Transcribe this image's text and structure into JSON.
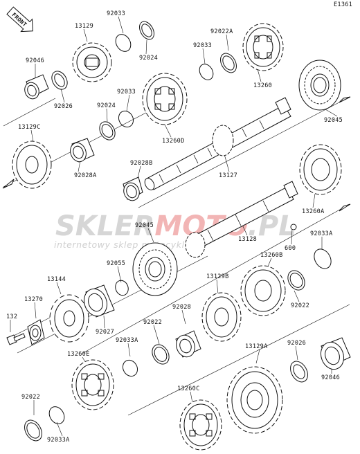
{
  "diagram_code": "E1361",
  "front_label": "FRONT",
  "watermark": {
    "brand_left": "SKLER",
    "brand_red": "MOTO",
    "brand_right": ".PL",
    "tagline": "internetowy sklep motocyklowy"
  },
  "labels": {
    "p92033_a": "92033",
    "p13129_a": "13129",
    "p92024_a": "92024",
    "p92022A_a": "92022A",
    "p92033_b": "92033",
    "p13260": "13260",
    "p92046_a": "92046",
    "p92026_a": "92026",
    "p92024_b": "92024",
    "p92033_c": "92033",
    "p13260D": "13260D",
    "p92045_a": "92045",
    "p13129C": "13129C",
    "p92028A": "92028A",
    "p92028B": "92028B",
    "p13127": "13127",
    "p13260A": "13260A",
    "p92045_b": "92045",
    "p13128": "13128",
    "p600": "600",
    "p92033A_a": "92033A",
    "p92055": "92055",
    "p13260B": "13260B",
    "p13144": "13144",
    "p13129B": "13129B",
    "p92022_a": "92022",
    "p13270": "13270",
    "p92028": "92028",
    "p132": "132",
    "p92027": "92027",
    "p92022_b": "92022",
    "p92033A_b": "92033A",
    "p13260E": "13260E",
    "p13129A": "13129A",
    "p92026_b": "92026",
    "p92046_b": "92046",
    "p13260C": "13260C",
    "p92022_c": "92022",
    "p92033A_c": "92033A"
  }
}
